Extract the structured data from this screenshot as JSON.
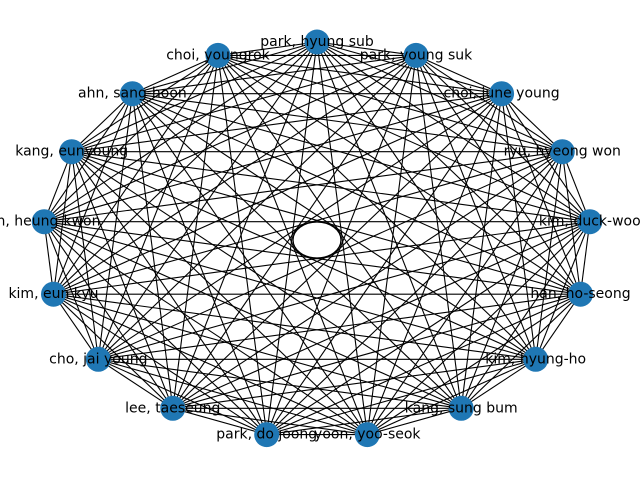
{
  "graph": {
    "type": "complete-graph",
    "node_color": "#1f77b4",
    "edge_color": "#000000",
    "background": "#ffffff",
    "nodes": [
      {
        "label": "park, hyung sub"
      },
      {
        "label": "park, young suk"
      },
      {
        "label": "choi, june young"
      },
      {
        "label": "ryu, hyeong won"
      },
      {
        "label": "kim, duck-woo"
      },
      {
        "label": "han, ho-seong"
      },
      {
        "label": "kim, hyung-ho"
      },
      {
        "label": "kang, sung bum"
      },
      {
        "label": "yoon, yoo-seok"
      },
      {
        "label": "park, do joong"
      },
      {
        "label": "lee, taeseung"
      },
      {
        "label": "cho, jai young"
      },
      {
        "label": "kim, eun kyu"
      },
      {
        "label": "oh, heung-kwon"
      },
      {
        "label": "kang, eunyoung"
      },
      {
        "label": "ahn, sang-hoon"
      },
      {
        "label": "choi, youngrok"
      }
    ],
    "edges": "all-pairs"
  }
}
